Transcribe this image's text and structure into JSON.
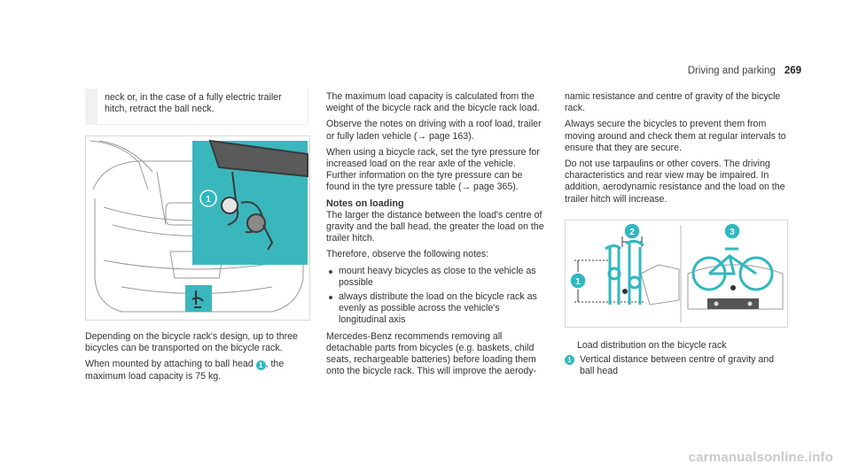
{
  "header": {
    "section": "Driving and parking",
    "page_number": "269"
  },
  "col1": {
    "continuation": "neck or, in the case of a fully electric trailer hitch, retract the ball neck.",
    "figure_callout_1": "1",
    "para1": "Depending on the bicycle rack's design, up to three bicycles can be transported on the bicycle rack.",
    "para2_a": "When mounted by attaching to ball head ",
    "para2_callout": "1",
    "para2_b": ", the maximum load capacity is 75 kg."
  },
  "col2": {
    "para1": "The maximum load capacity is calculated from the weight of the bicycle rack and the bicycle rack load.",
    "para2": "Observe the notes on driving with a roof load, trailer or fully laden vehicle (→ page 163).",
    "para3": "When using a bicycle rack, set the tyre pressure for increased load on the rear axle of the vehicle. Further information on the tyre pressure can be found in the tyre pressure table (→ page 365).",
    "heading": "Notes on loading",
    "para4": "The larger the distance between the load's centre of gravity and the ball head, the greater the load on the trailer hitch.",
    "para5": "Therefore, observe the following notes:",
    "bullets": [
      "mount heavy bicycles as close to the vehicle as possible",
      "always distribute the load on the bicycle rack as evenly as possible across the vehicle's longitudinal axis"
    ],
    "para6": "Mercedes-Benz recommends removing all detachable parts from bicycles (e.g. baskets, child seats, rechargeable batteries) before loading them onto the bicycle rack. This will improve the aerody-"
  },
  "col3": {
    "para1": "namic resistance and centre of gravity of the bicycle rack.",
    "para2": "Always secure the bicycles to prevent them from moving around and check them at regular intervals to ensure that they are secure.",
    "para3": "Do not use tarpaulins or other covers. The driving characteristics and rear view may be impaired. In addition, aerodynamic resistance and the load on the trailer hitch will increase.",
    "figure_callouts": [
      "1",
      "2",
      "3"
    ],
    "legend_title": "Load distribution on the bicycle rack",
    "legend_items": [
      {
        "num": "1",
        "text": "Vertical distance between centre of gravity and ball head"
      }
    ]
  },
  "watermark": "carmanualsonline.info",
  "colors": {
    "accent": "#2fb8c0",
    "highlight_bg": "#3ab7bd",
    "text": "#333333"
  }
}
